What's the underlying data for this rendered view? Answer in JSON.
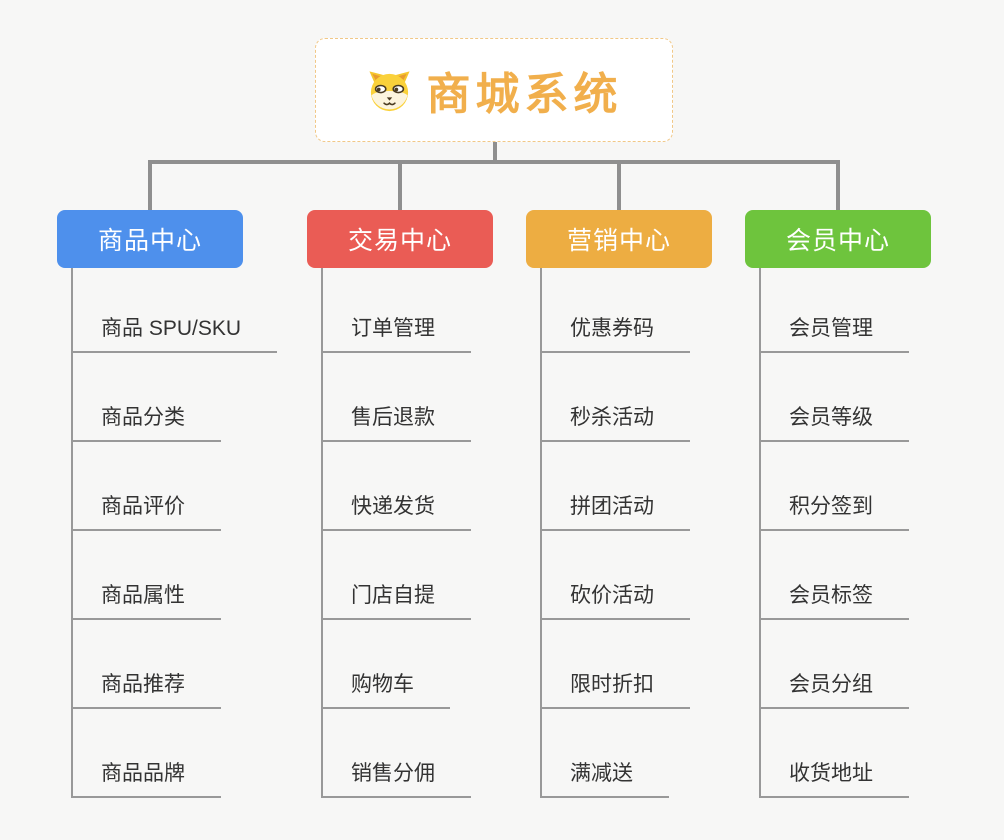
{
  "root": {
    "label": "商城系统",
    "icon": "dog-icon",
    "text_color": "#F1AF4C",
    "border_color": "#F1C887"
  },
  "colors": {
    "background": "#F7F7F6",
    "connector": "#8F8F8F",
    "leaf_line": "#999999",
    "leaf_text": "#333333"
  },
  "branches": [
    {
      "label": "商品中心",
      "color": "#4E90EC",
      "children": [
        "商品 SPU/SKU",
        "商品分类",
        "商品评价",
        "商品属性",
        "商品推荐",
        "商品品牌"
      ]
    },
    {
      "label": "交易中心",
      "color": "#EA5C55",
      "children": [
        "订单管理",
        "售后退款",
        "快递发货",
        "门店自提",
        "购物车",
        "销售分佣"
      ]
    },
    {
      "label": "营销中心",
      "color": "#EDAD42",
      "children": [
        "优惠券码",
        "秒杀活动",
        "拼团活动",
        "砍价活动",
        "限时折扣",
        "满减送"
      ]
    },
    {
      "label": "会员中心",
      "color": "#6EC43D",
      "children": [
        "会员管理",
        "会员等级",
        "积分签到",
        "会员标签",
        "会员分组",
        "收货地址"
      ]
    }
  ]
}
